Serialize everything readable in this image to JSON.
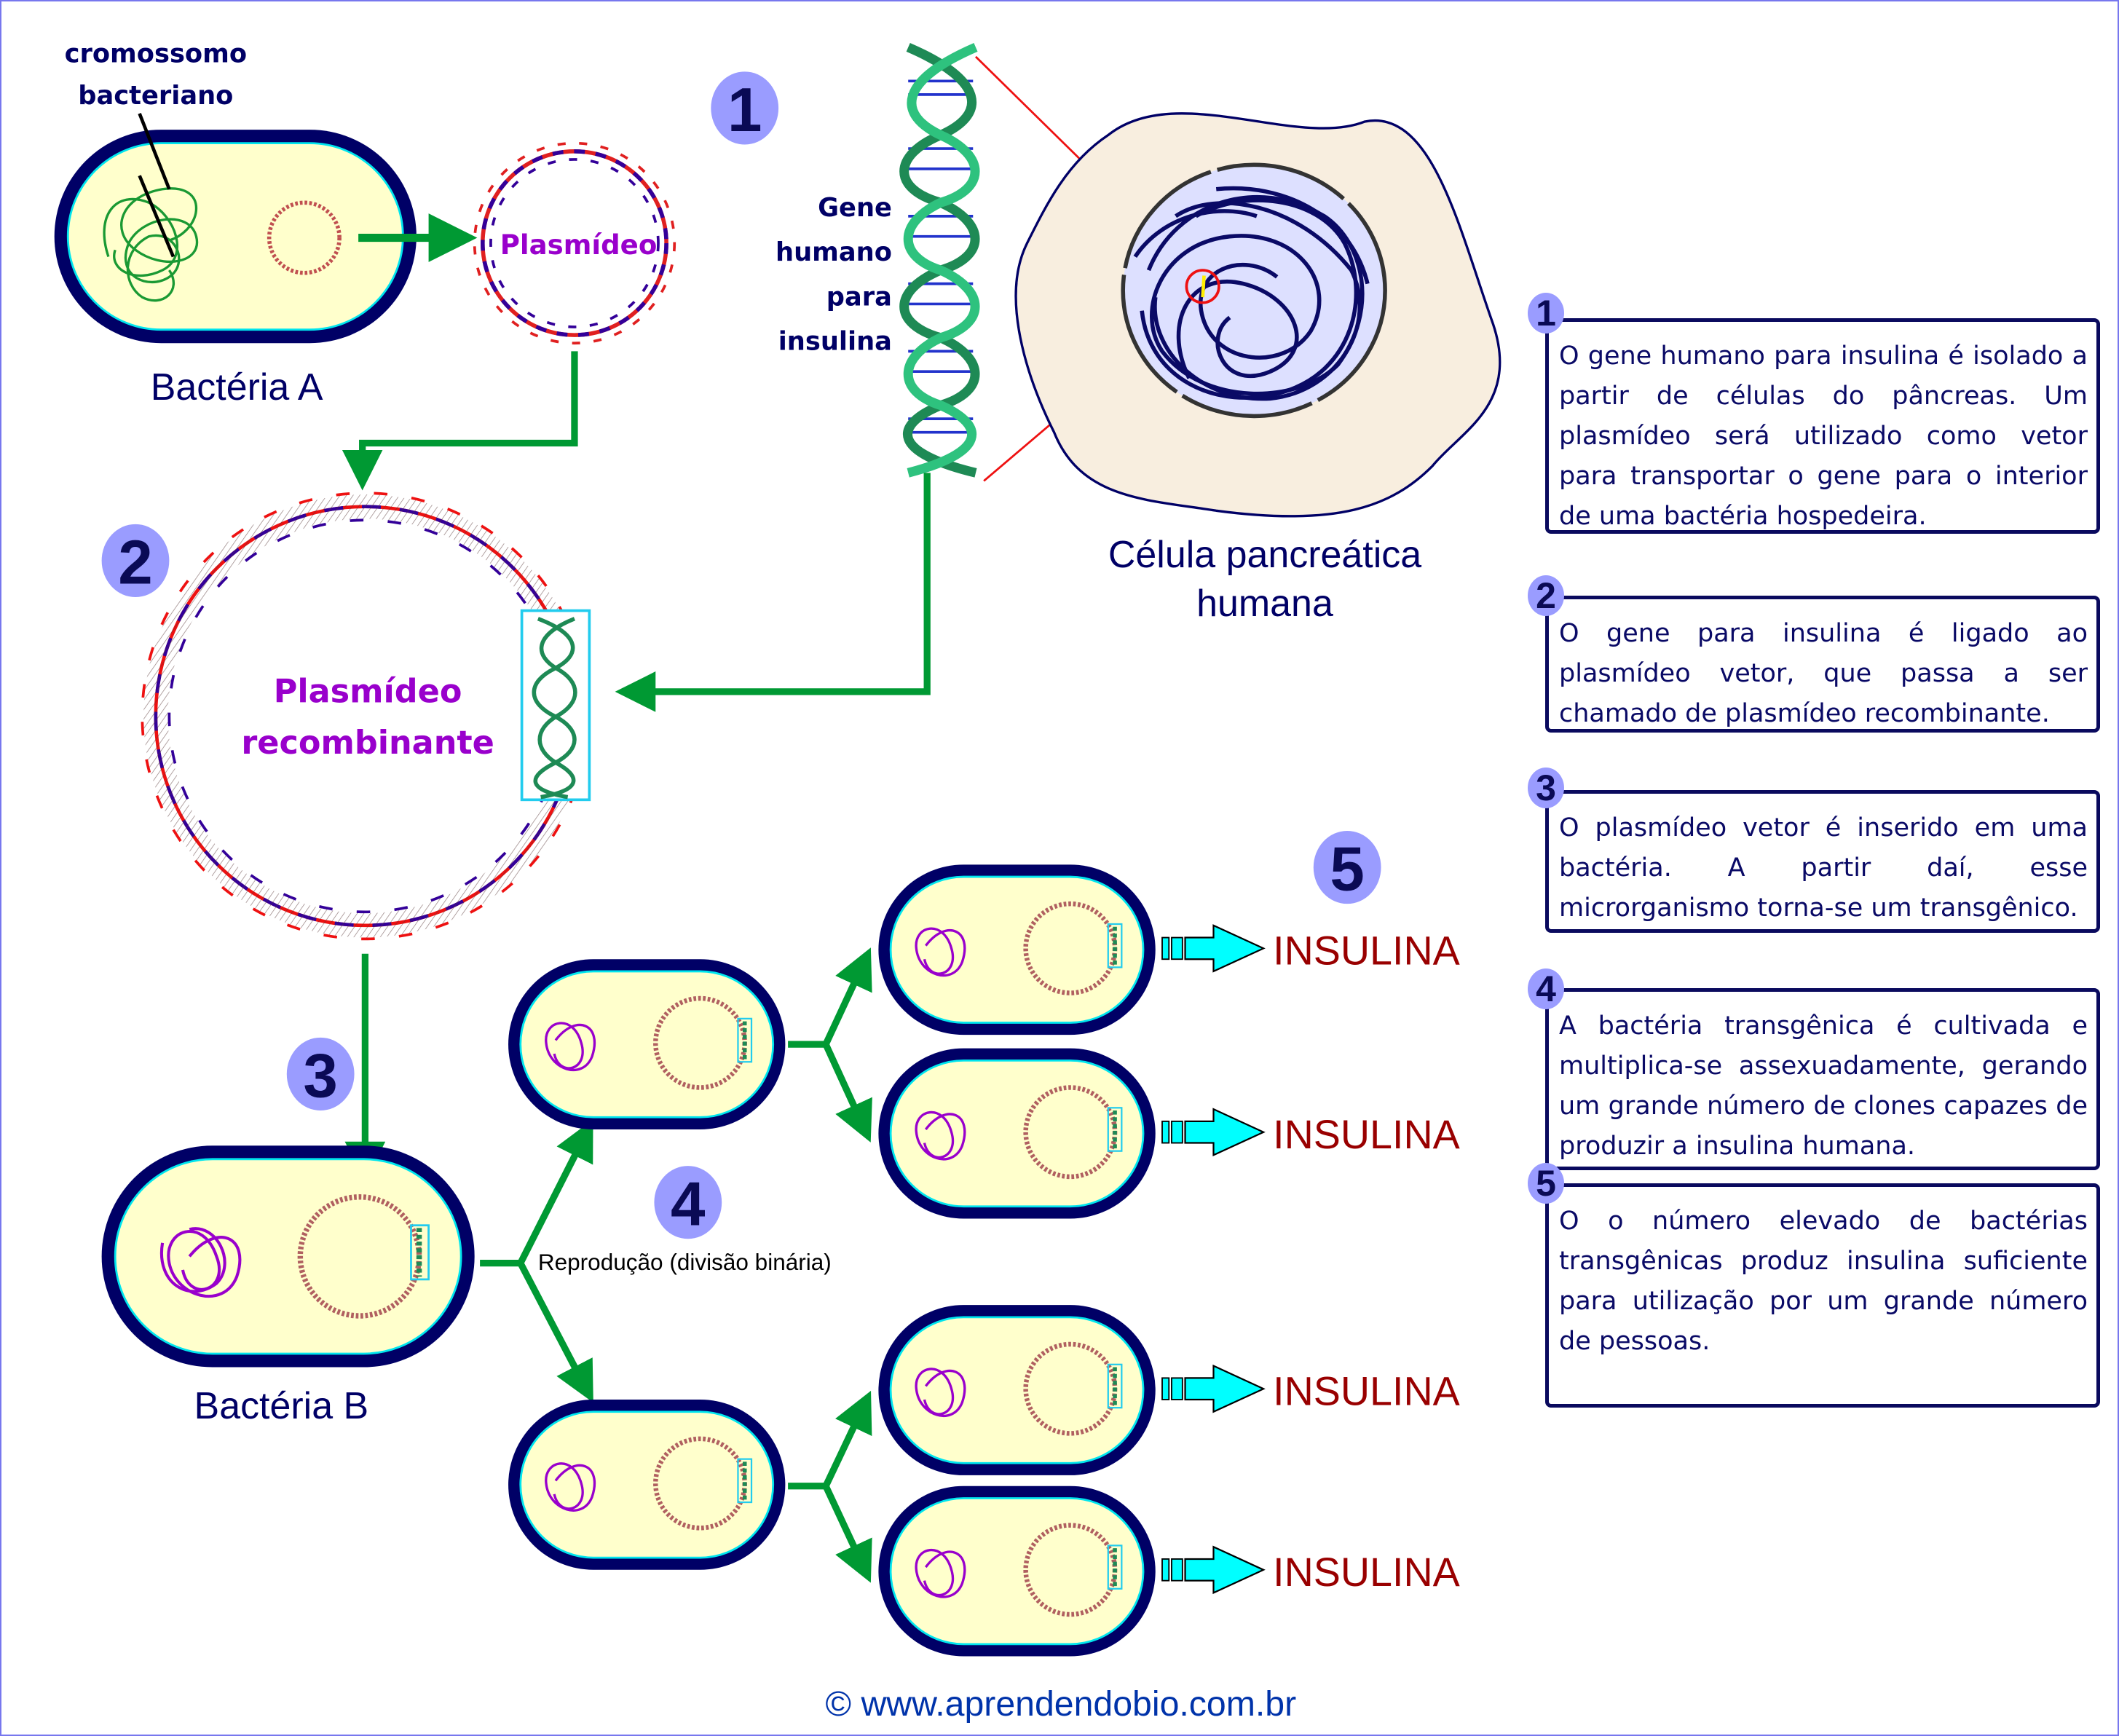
{
  "labels": {
    "chromosome": [
      "cromossomo",
      "bacteriano"
    ],
    "bacteria_a": "Bactéria A",
    "plasmid": "Plasmídeo",
    "gene": [
      "Gene",
      "humano",
      "para",
      "insulina"
    ],
    "pancreatic_cell": [
      "Célula pancreática",
      "humana"
    ],
    "recombinant_plasmid": [
      "Plasmídeo",
      "recombinante"
    ],
    "bacteria_b": "Bactéria B",
    "reproduction": "Reprodução (divisão binária)",
    "insulin": "INSULINA",
    "copyright": "© www.aprendendobio.com.br"
  },
  "steps": [
    "1",
    "2",
    "3",
    "4",
    "5"
  ],
  "info_boxes": [
    {
      "number": "1",
      "text": "O gene humano para insulina é isolado a partir de células do pâncreas. Um plasmídeo será utilizado como vetor para transportar o gene para o interior de uma bactéria hospedeira."
    },
    {
      "number": "2",
      "text": "O gene para insulina é ligado ao plasmídeo vetor, que passa a ser chamado de plasmídeo recombinante."
    },
    {
      "number": "3",
      "text": "O plasmídeo vetor é inserido em uma bactéria. A partir daí, esse microrganismo torna-se um transgênico."
    },
    {
      "number": "4",
      "text": "A bactéria transgênica é cultivada e multiplica-se assexuadamente, gerando um grande número de clones capazes de produzir a insulina humana."
    },
    {
      "number": "5",
      "text": "O o número elevado de bactérias transgênicas produz insulina suficiente para utilização por um grande número de pessoas."
    }
  ],
  "colors": {
    "cell_wall": "#000066",
    "cytoplasm": "#ffffcc",
    "membrane": "#00e5ee",
    "arrow": "#009933",
    "badge": "#9a9cff",
    "insulin_text": "#990000",
    "insulin_arrow": "#00ffff",
    "plasmid_label": "#9900cc",
    "label_text": "#000066",
    "pancreatic_cytoplasm": "#f8eedf",
    "nucleus": "#dde0ff"
  }
}
